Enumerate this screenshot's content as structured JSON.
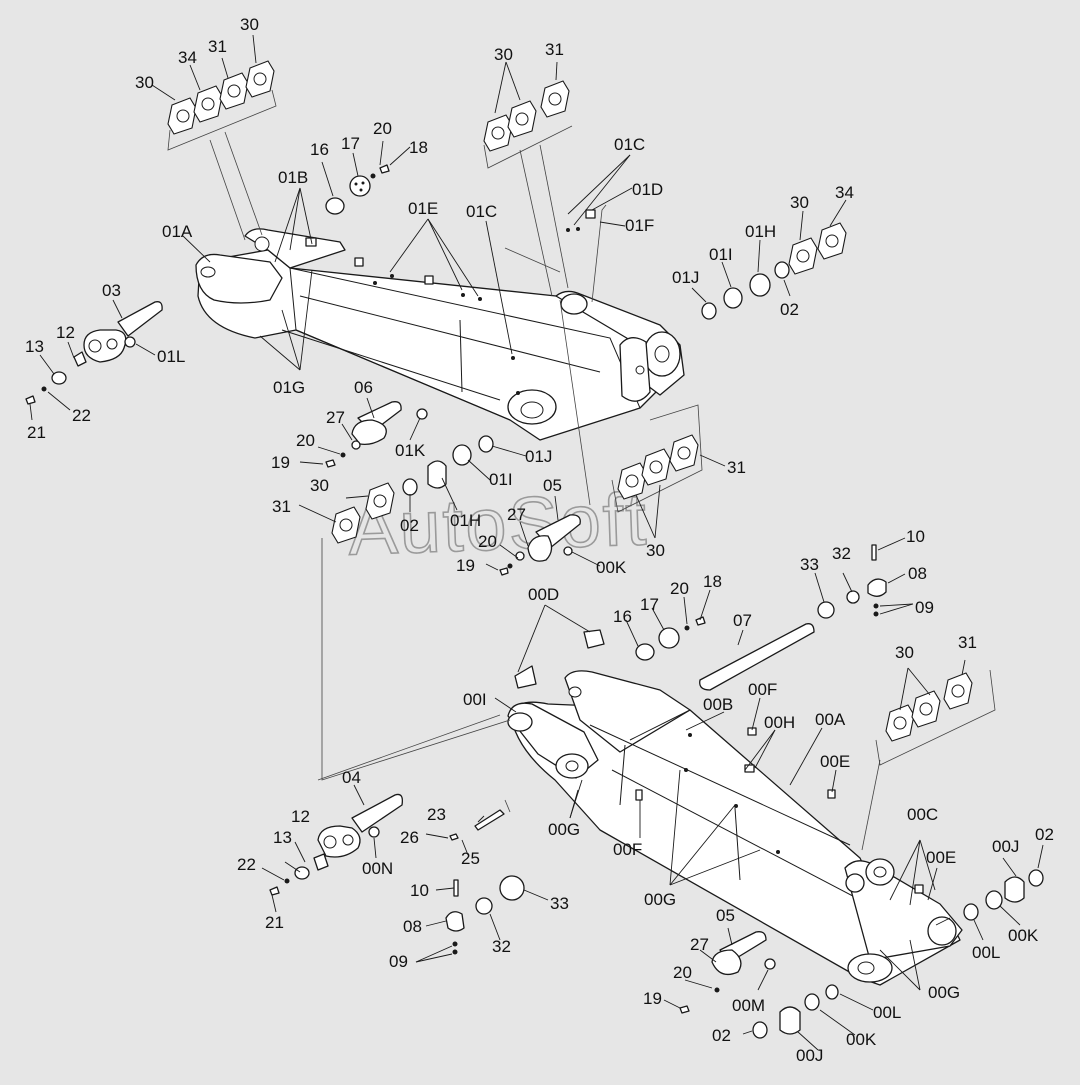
{
  "watermark": "AutoSoft",
  "colors": {
    "background": "#e6e6e6",
    "line": "#1a1a1a",
    "watermark": "#9a9a9a"
  },
  "callouts": [
    "30",
    "34",
    "31",
    "30",
    "30",
    "31",
    "16",
    "17",
    "20",
    "18",
    "01C",
    "01D",
    "01F",
    "01B",
    "01E",
    "01C",
    "01A",
    "30",
    "34",
    "01H",
    "01I",
    "01J",
    "02",
    "03",
    "12",
    "13",
    "01L",
    "22",
    "21",
    "01G",
    "06",
    "27",
    "20",
    "19",
    "01K",
    "01J",
    "01I",
    "01H",
    "02",
    "30",
    "31",
    "05",
    "27",
    "20",
    "19",
    "00K",
    "31",
    "30",
    "10",
    "33",
    "32",
    "08",
    "09",
    "00D",
    "16",
    "17",
    "20",
    "18",
    "07",
    "00I",
    "00B",
    "00F",
    "00H",
    "00A",
    "30",
    "31",
    "00E",
    "04",
    "23",
    "26",
    "25",
    "00G",
    "00F",
    "12",
    "13",
    "22",
    "21",
    "00N",
    "10",
    "08",
    "09",
    "32",
    "33",
    "00G",
    "00C",
    "00E",
    "00J",
    "02",
    "00K",
    "00L",
    "05",
    "27",
    "20",
    "19",
    "00M",
    "02",
    "00J",
    "00K",
    "00L",
    "00G"
  ]
}
